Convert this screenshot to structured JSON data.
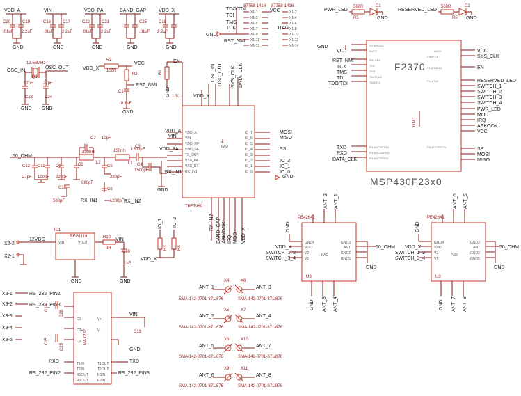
{
  "caps_top": {
    "rails": [
      "VDD_A",
      "VIN",
      "VDD_PA",
      "BAND_GAP",
      "VDD_X"
    ],
    "refs": [
      "C20",
      "C19",
      "C16",
      "C17",
      "C22",
      "C21",
      "C25",
      "C18"
    ],
    "values": [
      ".01uF",
      "2.2uF",
      ".01uF",
      "2.2uF",
      ".01uF",
      "2.2uF",
      ".01uF",
      "2.2uF"
    ],
    "gnd": "GND"
  },
  "oscillator": {
    "label_in": "OSC_IN",
    "label_out": "OSC_OUT",
    "crystal_ref": "Q1",
    "crystal_value": "13.56MHz",
    "caps": [
      "C23",
      "C24"
    ],
    "cap_values": [
      "27pF",
      "27pF"
    ],
    "gnd": "GND"
  },
  "reset_net": {
    "r4": "R4",
    "r4_value": "100R",
    "rail_vdd_x": "VDD_X",
    "rail_vcc": "VCC",
    "r2": "R2",
    "c1": "C1",
    "c1_value": "0.1uF",
    "net": "RST_NMI",
    "gnd": "GND"
  },
  "jtag": {
    "labels": [
      "TDO/TDI",
      "TDI",
      "TMS",
      "TCK"
    ],
    "part_left": "87758-1416",
    "part_right": "87758-1416",
    "pins_left": [
      "X1-1",
      "X1-3",
      "X1-5",
      "X1-7",
      "X1-9",
      "X1-11",
      "X1-13"
    ],
    "pins_right": [
      "X1-2",
      "X1-4",
      "X1-6",
      "X1-8",
      "X1-10",
      "X1-12",
      "X1-14"
    ],
    "vcc": "VCC",
    "title": "JTAG",
    "gnd": "GND",
    "rst": "RST_NMI"
  },
  "leds": {
    "pwr_label": "PWR_LED",
    "pwr_r": "R5",
    "pwr_d": "D1",
    "res_label": "RESERVED_LED",
    "res_r": "R6",
    "res_d": "D2",
    "r_value": "560R",
    "gnd": "GND"
  },
  "mcu": {
    "title": "F2370",
    "part": "MSP430F23x0",
    "gnd_ref": "GND",
    "left_nets": [
      "GND",
      "VCC",
      "RST_NMI",
      "TCK",
      "TMS",
      "TDI",
      "TDO/TDI",
      "TXD",
      "RXD",
      "DATA_CLK"
    ],
    "right_nets": [
      "VCC",
      "SYS_CLK",
      "EN",
      "RESERVED_LED",
      "SWITCH_1",
      "SWITCH_2",
      "SWITCH_3",
      "SWITCH_4",
      "PWR_LED",
      "MOD",
      "IRQ",
      "ASKOOK",
      "VCC",
      "SS",
      "MOSI",
      "MISO"
    ]
  },
  "trf": {
    "ref": "U$1",
    "part": "TRF7960",
    "pad": "PAD",
    "en": "EN",
    "r_en": "R1",
    "gnd": "GND",
    "top_pins": [
      "VDD_X",
      "OSC_IN",
      "OSC_OUT",
      "SYS_CLK",
      "DATA_CLK"
    ],
    "left_pins": [
      "VDD_A",
      "VIN",
      "VDD_RF",
      "VDD_PA",
      "TX_OUT",
      "VSS_PA",
      "VSS_RX",
      "RX_IN1"
    ],
    "left_nets": [
      "VDD_A",
      "VIN",
      "VDD_PA",
      "RX_IN1"
    ],
    "right_pins": [
      "IO_7",
      "IO_6",
      "IO_5",
      "IO_4",
      "IO_3",
      "IO_2",
      "IO_1",
      "IO_0"
    ],
    "right_nets": [
      "MOSI",
      "MISO",
      "SS",
      "IO_2",
      "IO_1",
      "IO_0",
      "GND"
    ],
    "bottom_pins": [
      "RX_IN2",
      "BAND_GAP",
      "ASKOOK",
      "IRQ",
      "MOD",
      "VDD_X"
    ],
    "bottom_nets": [
      "RX_IN2",
      "BAND_GAP",
      "ASK/OOK",
      "IRQ",
      "MOD",
      "VDD_X"
    ]
  },
  "matching": {
    "net_50": "50_OHM",
    "l2": "L2",
    "l2_value": "330nH",
    "l1": "L1",
    "l1_value": "150nH",
    "c7": "C7",
    "c7_value": "10pF",
    "c3": "C3",
    "c3_value": "1500pF",
    "c4": "C4",
    "c4_value": "1500pF",
    "refs": [
      "C12",
      "C11",
      "C9",
      "C8",
      "C10",
      "C5",
      "C6"
    ],
    "values": [
      "27pF",
      "100pF",
      "220pF",
      "680pF",
      "580pF",
      "220pF",
      "1200pF"
    ],
    "rx1": "RX_IN1",
    "rx2": "RX_IN2",
    "gnd": "GND"
  },
  "io_pulls": {
    "nets": [
      "IO_1",
      "IO_2"
    ],
    "refs": [
      "R3",
      "R8"
    ],
    "vdd": "VDD_X"
  },
  "regulator": {
    "ref": "IC1",
    "part": "REG1118",
    "in_label": "12VDC",
    "vin_pin": "VIN",
    "vout_pin": "VOUT",
    "r10": "R10",
    "r10_value": "0R",
    "vin": "VIN",
    "c30": "C30",
    "c30_value": "1uF",
    "conn": [
      "X2-2",
      "X2-1"
    ],
    "gnd": "GND"
  },
  "rs232": {
    "conns": [
      "X3-1",
      "X3-2",
      "X3-3",
      "X3-4",
      "X3-5"
    ],
    "nets": [
      "RS_232_PIN2",
      "RS_232_PIN3"
    ],
    "part": "MAX232",
    "vin": "VIN",
    "rxd": "RXD",
    "txd": "TXD",
    "pin2": "RS_232_PIN2",
    "pin3": "RS_232_PIN3",
    "caps": [
      "C14",
      "C15",
      "C13",
      "C28",
      "C29"
    ],
    "gnd": "GND"
  },
  "switches": [
    {
      "ref": "U3",
      "part": "PE42641",
      "top_nets": [
        "ANT_2",
        "ANT_1"
      ],
      "bottom_nets": [
        "ANT_3",
        "ANT_4"
      ],
      "left_nets": [
        "VDD_X",
        "SWITCH_1_2",
        "SWITCH_3_4"
      ],
      "right_net": "50_OHM",
      "pin_labels": [
        "GND4",
        "VDD",
        "V2",
        "V1",
        "GND3",
        "ANT",
        "GND2",
        "GND5"
      ],
      "pad": "PAD",
      "gnd": "GND"
    },
    {
      "ref": "U3",
      "part": "PE42641",
      "top_nets": [
        "ANT_6",
        "ANT_5"
      ],
      "bottom_nets": [
        "ANT_7",
        "ANT_8"
      ],
      "left_nets": [
        "VDD_X",
        "SWITCH_1_2",
        "SWITCH_3_4"
      ],
      "right_net": "50_OHM",
      "pin_labels": [
        "GND4",
        "VDD",
        "V2",
        "V1",
        "GND3",
        "ANT",
        "GND2",
        "GND5"
      ],
      "pad": "PAD",
      "gnd": "GND"
    }
  ],
  "antennas": [
    {
      "left": "ANT_1",
      "right": "ANT_3",
      "ref_left": "X4",
      "ref_right": "X8"
    },
    {
      "left": "ANT_2",
      "right": "ANT_4",
      "ref_left": "X5",
      "ref_right": "X7"
    },
    {
      "left": "ANT_5",
      "right": "ANT_7",
      "ref_left": "X6",
      "ref_right": "X10"
    },
    {
      "left": "ANT_6",
      "right": "ANT_8",
      "ref_left": "X9",
      "ref_right": "X11"
    }
  ],
  "sma_part": "SMA-142-0701-871/876",
  "colors": {
    "wire": "#8b1a1a",
    "part": "#c0392b",
    "text": "#1a1a1a",
    "background": "#ffffff"
  }
}
